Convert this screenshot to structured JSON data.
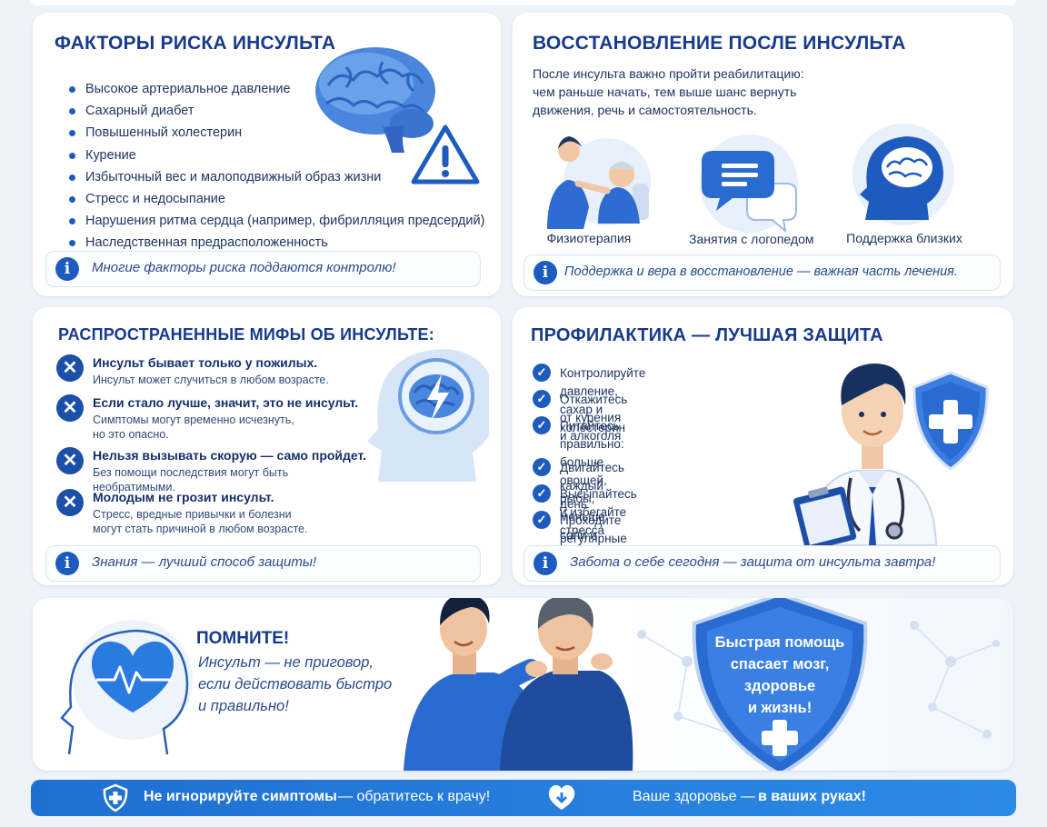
{
  "risk": {
    "title": "ФАКТОРЫ РИСКА ИНСУЛЬТА",
    "items": [
      "Высокое артериальное давление",
      "Сахарный диабет",
      "Повышенный холестерин",
      "Курение",
      "Избыточный вес и малоподвижный образ жизни",
      "Стресс и недосыпание",
      "Нарушения ритма сердца (например, фибрилляция предсердий)",
      "Наследственная предрасположенность"
    ],
    "note": "Многие факторы риска поддаются контролю!"
  },
  "recovery": {
    "title": "ВОССТАНОВЛЕНИЕ ПОСЛЕ ИНСУЛЬТА",
    "intro_1": "После инсульта важно пройти реабилитацию:",
    "intro_2": "чем раньше начать, тем выше шанс вернуть",
    "intro_3": "движения, речь и самостоятельность.",
    "items": [
      "Физиотерапия",
      "Занятия с логопедом",
      "Поддержка близких"
    ],
    "note": "Поддержка и вера в восстановление — важная часть лечения."
  },
  "myths": {
    "title": "РАСПРОСТРАНЕННЫЕ МИФЫ ОБ ИНСУЛЬТЕ:",
    "items": [
      {
        "myth": "Инсульт бывает только у пожилых.",
        "fact": "Инсульт может случиться в любом возрасте."
      },
      {
        "myth": "Если стало лучше, значит, это не инсульт.",
        "fact": "Симптомы могут временно исчезнуть,\nно это опасно."
      },
      {
        "myth": "Нельзя вызывать скорую — само пройдет.",
        "fact": "Без помощи последствия могут быть необратимыми."
      },
      {
        "myth": "Молодым не грозит инсульт.",
        "fact": "Стресс, вредные привычки и болезни\nмогут стать причиной в любом возрасте."
      }
    ],
    "note": "Знания — лучший способ защиты!"
  },
  "prevention": {
    "title": "ПРОФИЛАКТИКА — ЛУЧШАЯ ЗАЩИТА",
    "items": [
      "Контролируйте давление, сахар и холестерин",
      "Откажитесь от курения и алкоголя",
      "Питайтесь правильно: больше овощей,\nрыбы, меньше соли и сахара",
      "Двигайтесь каждый день",
      "Высыпайтесь и избегайте стресса",
      "Проходите регулярные медосмотры"
    ],
    "note": "Забота о себе сегодня — защита от инсульта завтра!"
  },
  "remember": {
    "title": "ПОМНИТЕ!",
    "line_1": "Инсульт — не приговор,",
    "line_2": "если действовать быстро",
    "line_3": "и правильно!"
  },
  "shield": {
    "line_1": "Быстрая помощь",
    "line_2": "спасает мозг,",
    "line_3": "здоровье",
    "line_4": "и жизнь!"
  },
  "footer": {
    "left_bold": "Не игнорируйте симптомы",
    "left_rest": "— обратитесь к врачу!",
    "right_plain": "Ваше здоровье —",
    "right_bold": "в ваших руках!"
  },
  "colors": {
    "accent": "#1e5bbf",
    "title": "#173a8c",
    "footer": "#2a82e0"
  },
  "icons": [
    "brain-icon",
    "warning-icon",
    "info-icon",
    "nurse-icon",
    "speech-bubble-icon",
    "head-brain-icon",
    "cross-icon",
    "check-icon",
    "doctor-icon",
    "shield-cross-icon",
    "heart-head-icon",
    "heart-icon"
  ]
}
